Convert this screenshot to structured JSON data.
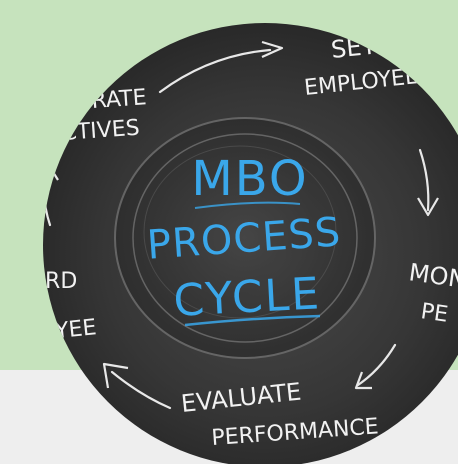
{
  "image": {
    "center_title": [
      "MBO",
      "PROCESS",
      "CYCLE"
    ],
    "ring_labels": {
      "top_right_line1": "SET &",
      "top_right_line2": "EMPLOYEE OB",
      "top_left_line1": "RATE",
      "top_left_line2": "CTIVES",
      "right_line1": "MONI",
      "right_line2": "PE",
      "bottom_line1": "EVALUATE",
      "bottom_line2": "PERFORMANCE",
      "left_line1": "ARD",
      "left_line2": "OYEE"
    },
    "colors": {
      "background_green": "#c6e3bd",
      "background_light": "#eeeeee",
      "chalkboard": "#3a3a3a",
      "chalk": "#f2f2f2",
      "title_blue": "#3aa7ea"
    }
  }
}
